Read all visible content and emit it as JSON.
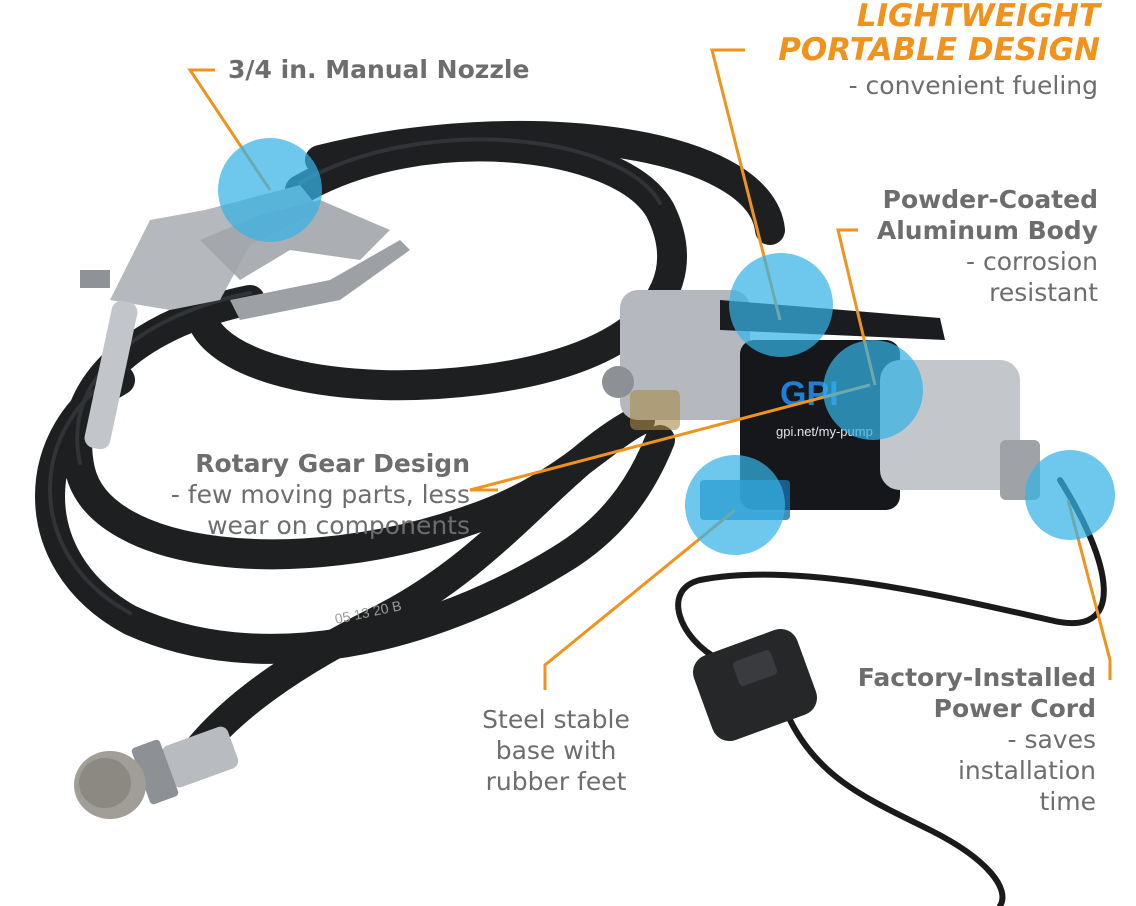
{
  "colors": {
    "accent_orange": "#f0931e",
    "callout_blue": "#36b3e6",
    "label_gray": "#6d6d6d",
    "hose_black": "#1e1f21",
    "metal": "#b9bcc0",
    "pump_body": "#15171b",
    "brand_blue": "#1f7fd6"
  },
  "headline": {
    "line1": "LIGHTWEIGHT",
    "line2": "PORTABLE DESIGN",
    "sub": "- convenient fueling"
  },
  "labels": {
    "nozzle": "3/4 in. Manual Nozzle",
    "body_title_1": "Powder-Coated",
    "body_title_2": "Aluminum Body",
    "body_sub_1": "- corrosion",
    "body_sub_2": "resistant",
    "gear_title": "Rotary Gear Design",
    "gear_sub_1": "- few moving parts, less",
    "gear_sub_2": "wear on components",
    "base_1": "Steel stable",
    "base_2": "base with",
    "base_3": "rubber feet",
    "cord_title_1": "Factory-Installed",
    "cord_title_2": "Power Cord",
    "cord_sub_1": "- saves",
    "cord_sub_2": "installation",
    "cord_sub_3": "time"
  },
  "product_marks": {
    "brand": "GPI",
    "url": "gpi.net/my-pump",
    "hose_print": "05 13 20 B"
  }
}
